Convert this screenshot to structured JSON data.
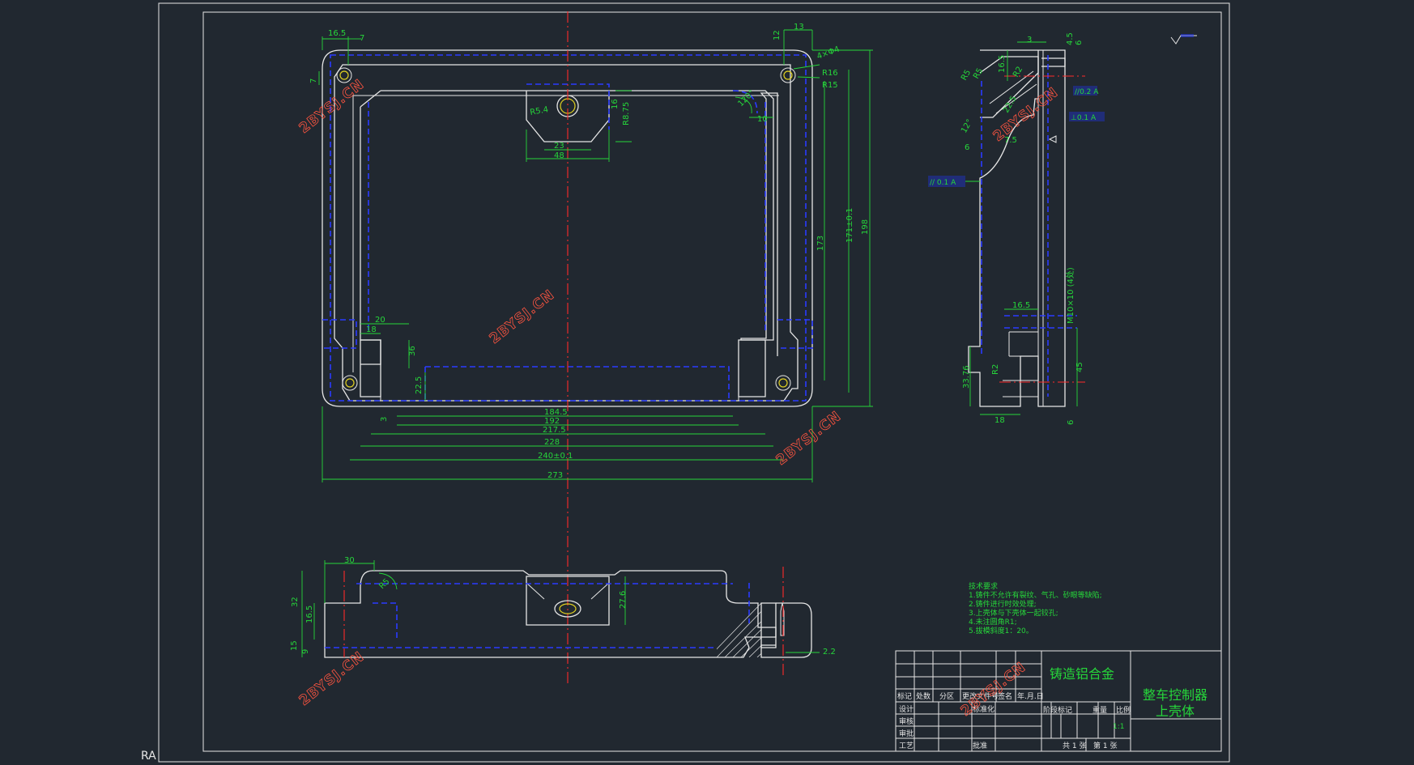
{
  "watermark": "2BYSJ.CN",
  "corner_label": "RA",
  "material": "铸造铝合金",
  "part_name_line1": "整车控制器",
  "part_name_line2": "上壳体",
  "scale": "1:1",
  "sheet_total": "共 1 张",
  "sheet_index": "第 1 张",
  "tech_notes": {
    "title": "技术要求",
    "items": [
      "1.铸件不允许有裂纹、气孔、砂眼等缺陷;",
      "2.铸件进行时效处理;",
      "3.上壳体与下壳体一起铰孔;",
      "4.未注圆角R1;",
      "5.拔模斜度1：20。"
    ]
  },
  "title_block": {
    "header_cells": [
      "标记",
      "处数",
      "分区",
      "更改文件号",
      "签名",
      "年.月.日"
    ],
    "rows": [
      "设计",
      "审核",
      "审批",
      "工艺"
    ],
    "standardize": "标准化",
    "approve": "批准",
    "stage_mark": "阶段标记",
    "weight": "重量",
    "ratio_label": "比例"
  },
  "dims_top": {
    "w16_5": "16.5",
    "w7": "7",
    "w13": "13",
    "w12": "12",
    "h7": "7",
    "d4": "4×Φ4",
    "r16": "R16",
    "r15": "R15",
    "r54": "R5.4",
    "r875": "R8.75",
    "w16": "16",
    "w23": "23",
    "w48": "48",
    "w10": "10",
    "a120": "120°",
    "h171": "171±0.1",
    "h198": "198",
    "h173": "173",
    "w20": "20",
    "w18": "18",
    "h36": "36",
    "h225": "22.5",
    "h3": "3",
    "w1845": "184.5",
    "w192": "192",
    "w2175": "217.5",
    "w228": "228",
    "w240": "240±0.1",
    "w273": "273"
  },
  "dims_side": {
    "w3": "3",
    "w45": "4.5",
    "w6": "6",
    "w165": "16.5",
    "h95": "R5",
    "r5": "R5",
    "a12": "12°",
    "r2": "R2",
    "d6": "6",
    "r225": "22.5",
    "h7": "7.5",
    "h3": "3",
    "b1": "//0.2 A",
    "b2": "⊥0.1 A",
    "b3": "// 0.1 A",
    "h1010": "M10×10 (4处)",
    "w165b": "16.5",
    "h3376": "33.76",
    "r2b": "R2",
    "h45": "45",
    "w18": "18",
    "h6": "6"
  },
  "dims_bottom": {
    "w30": "30",
    "h32": "32",
    "h165": "16.5",
    "h15": "15",
    "h9": "9",
    "r5": "R5",
    "h276": "27.6",
    "w22": "2.2"
  }
}
